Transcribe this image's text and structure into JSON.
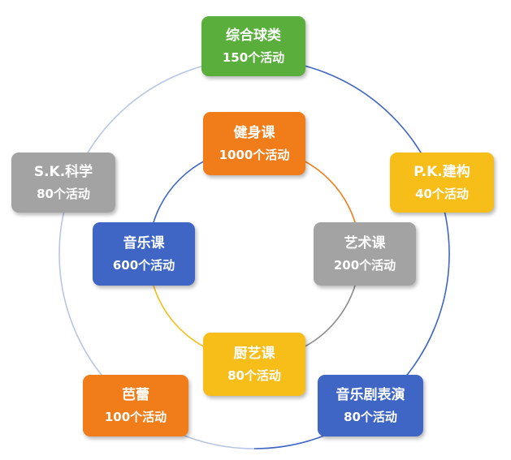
{
  "nodes": [
    {
      "id": "zonghe",
      "title": "综合球类",
      "count": "150个活动",
      "color": "#5aae3c"
    },
    {
      "id": "pk",
      "title": "P.K.建构",
      "count": "40个活动",
      "color": "#f7be19"
    },
    {
      "id": "yinyueju",
      "title": "音乐剧表演",
      "count": "80个活动",
      "color": "#3f66c4"
    },
    {
      "id": "balei",
      "title": "芭蕾",
      "count": "100个活动",
      "color": "#f07d1a"
    },
    {
      "id": "sk",
      "title": "S.K.科学",
      "count": "80个活动",
      "color": "#a3a3a3"
    },
    {
      "id": "jianshen",
      "title": "健身课",
      "count": "1000个活动",
      "color": "#f07d1a"
    },
    {
      "id": "yishu",
      "title": "艺术课",
      "count": "200个活动",
      "color": "#a3a3a3"
    },
    {
      "id": "chuyi",
      "title": "厨艺课",
      "count": "80个活动",
      "color": "#f7be19"
    },
    {
      "id": "yinyue",
      "title": "音乐课",
      "count": "600个活动",
      "color": "#3f66c4"
    }
  ],
  "ring_colors": {
    "outer_nw": "#b7c6e4",
    "outer_ne": "#3f66c4",
    "outer_se": "#3f66c4",
    "outer_sw": "#b7c6e4",
    "inner_ne": "#f07d1a",
    "inner_se": "#8c8c8c",
    "inner_sw": "#f7be19",
    "inner_nw": "#3f66c4"
  }
}
